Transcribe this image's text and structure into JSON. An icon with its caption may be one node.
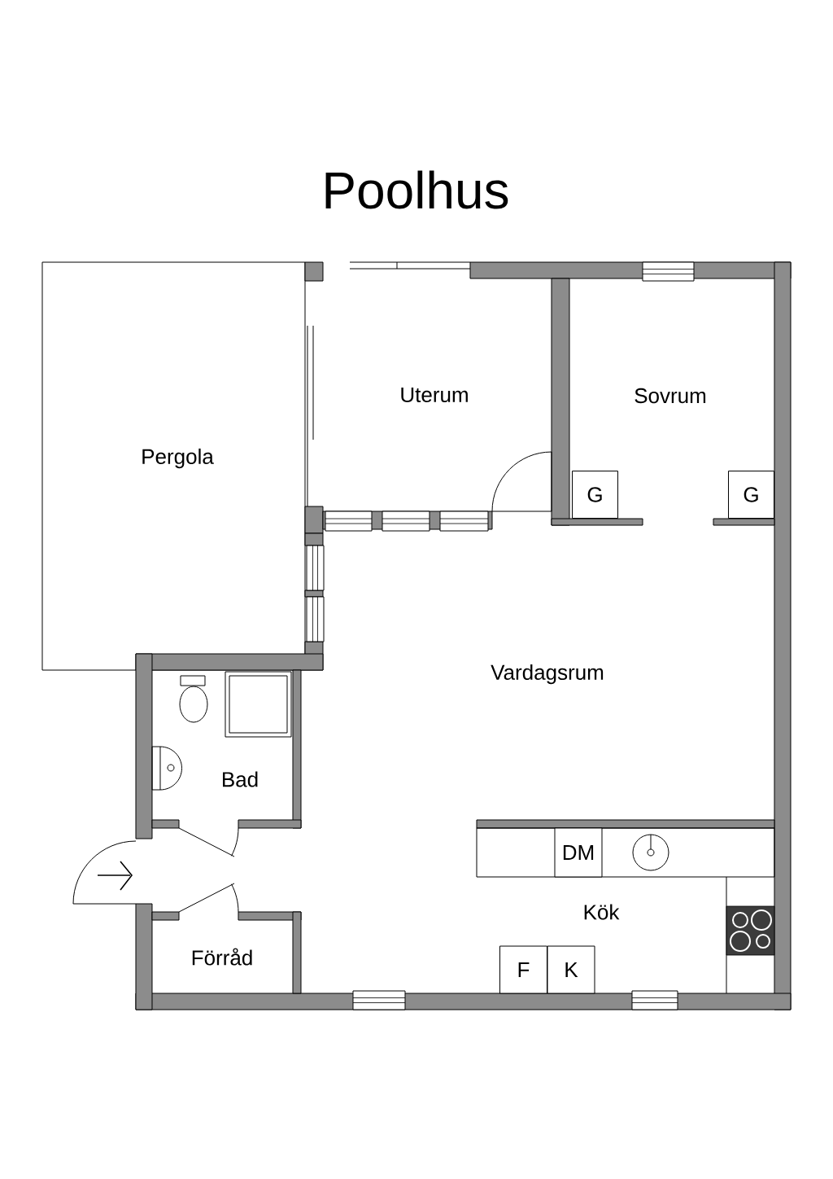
{
  "diagram": {
    "title": "Poolhus",
    "nodes": [
      {
        "text": [
          "G"
        ]
      },
      {
        "text": [
          "G"
        ]
      },
      {
        "text": [
          "DM"
        ]
      },
      {
        "text": [
          "F"
        ]
      },
      {
        "text": [
          "K"
        ]
      }
    ],
    "labels": [
      "Pergola",
      "Uterum",
      "Sovrum",
      "Vardagsrum",
      "Bad",
      "Kök",
      "Förråd"
    ]
  }
}
